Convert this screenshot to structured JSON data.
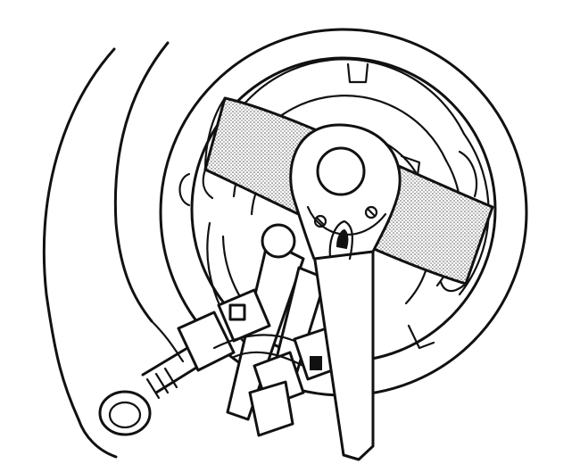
{
  "illustration": {
    "colors": {
      "line": "#111111",
      "paper": "#ffffff",
      "strap_shade": "#c8c8c8"
    },
    "parts": [
      "housing-casting",
      "round-cover",
      "strap-wrench",
      "ratchet-handle",
      "fuel-lines",
      "line-connectors",
      "mounting-bolt-hole"
    ]
  }
}
